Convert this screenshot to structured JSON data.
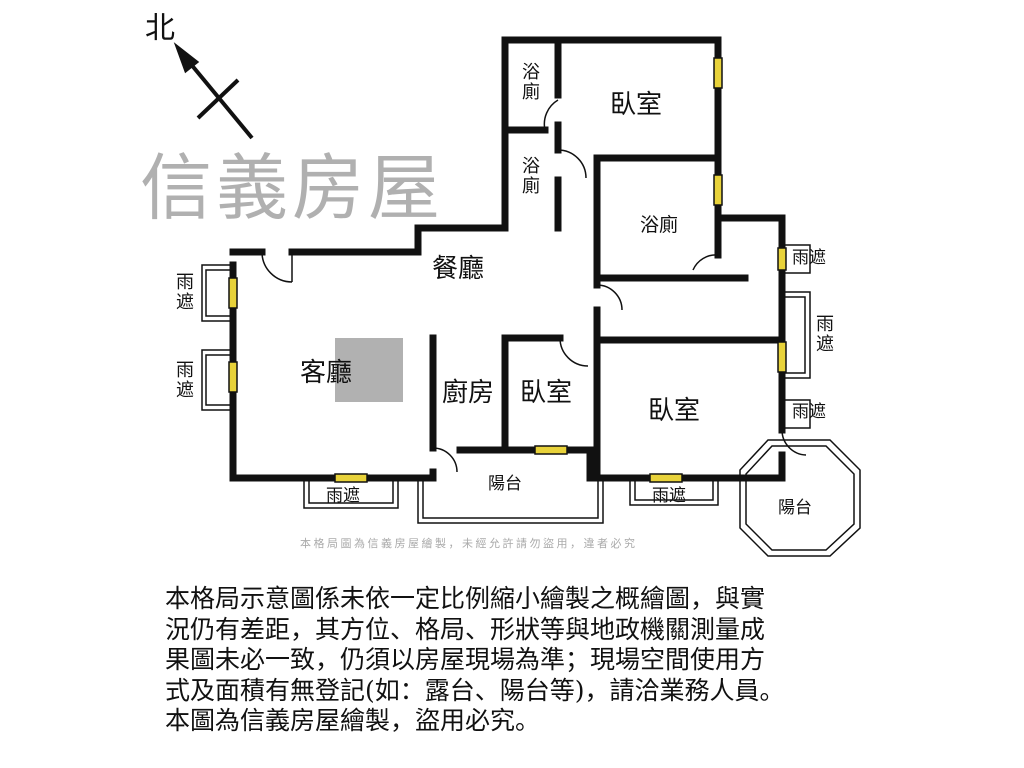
{
  "compass": {
    "north_label": "北"
  },
  "rooms": {
    "bedroom_top": "臥室",
    "bath_1": "浴廁",
    "bath_2": "浴廁",
    "bath_3": "浴廁",
    "dining": "餐廳",
    "living": "客廳",
    "kitchen": "廚房",
    "bedroom_small": "臥室",
    "bedroom_right": "臥室",
    "balcony_center": "陽台",
    "balcony_right": "陽台",
    "awning_left_1": "雨遮",
    "awning_left_2": "雨遮",
    "awning_bottom_1": "雨遮",
    "awning_bottom_2": "雨遮",
    "awning_right_1": "雨遮",
    "awning_right_2": "雨遮",
    "awning_right_3": "雨遮"
  },
  "watermark": {
    "brand": "信義房屋",
    "notice": "本格局圖為信義房屋繪製，未經允許請勿盜用，違者必究"
  },
  "disclaimer": {
    "lines": [
      "本格局示意圖係未依一定比例縮小繪製之概繪圖，與實",
      "況仍有差距，其方位、格局、形狀等與地政機關測量成",
      "果圖未必一致，仍須以房屋現場為準；現場空間使用方",
      "式及面積有無登記(如：露台、陽台等)，請洽業務人員。",
      "本圖為信義房屋繪製，盜用必究。"
    ]
  },
  "colors": {
    "wall": "#111111",
    "window": "#e8d23a",
    "watermark": "#9a9a9a"
  }
}
